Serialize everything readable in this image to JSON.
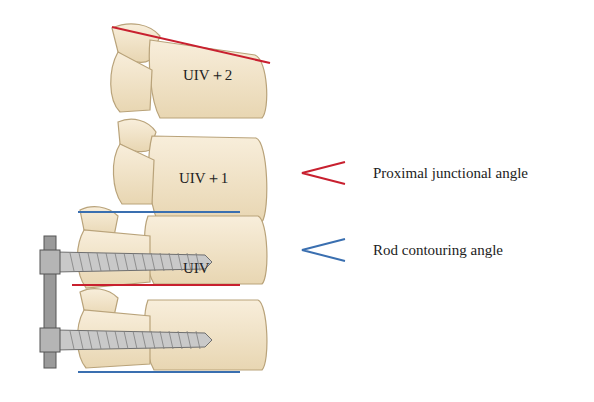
{
  "diagram": {
    "labels": [
      "UIV＋2",
      "UIV＋1",
      "UIV"
    ],
    "legend": [
      {
        "text": "Proximal junctional angle"
      },
      {
        "text": "Rod contouring angle"
      }
    ]
  }
}
